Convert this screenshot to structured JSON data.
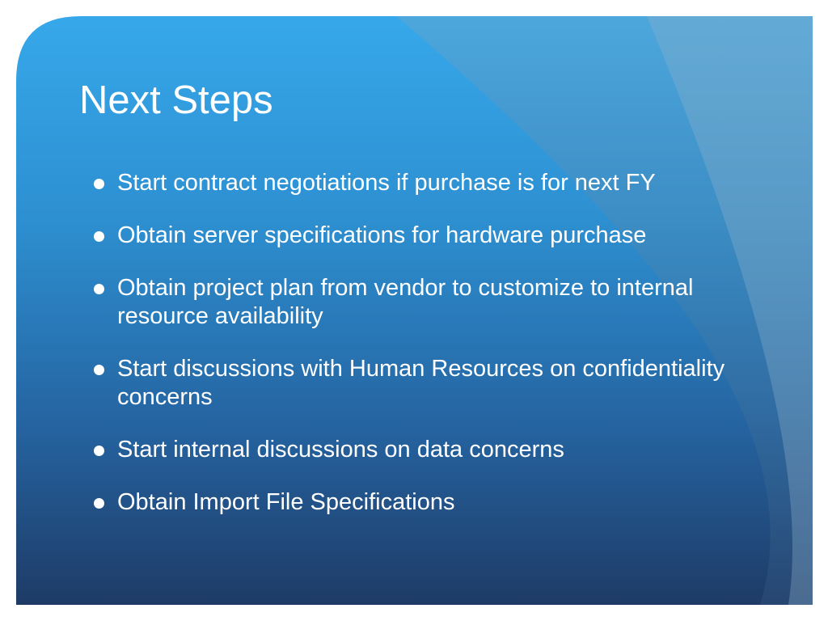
{
  "slide": {
    "title": "Next Steps",
    "bullets": [
      "Start contract negotiations if purchase is for next FY",
      "Obtain server specifications for hardware purchase",
      "Obtain project plan from vendor to customize to internal resource availability",
      "Start discussions with Human Resources on confidentiality concerns",
      "Start internal discussions on data concerns",
      "Obtain Import File Specifications"
    ]
  },
  "colors": {
    "background_top": "#36a6e6",
    "background_bottom": "#1f3f6a",
    "title_text": "#ffffff",
    "body_text": "#ffffff",
    "frame": "#ffffff",
    "right_band": "#a9b5bf"
  },
  "icons": {
    "bullet": "filled-circle-bullet"
  }
}
